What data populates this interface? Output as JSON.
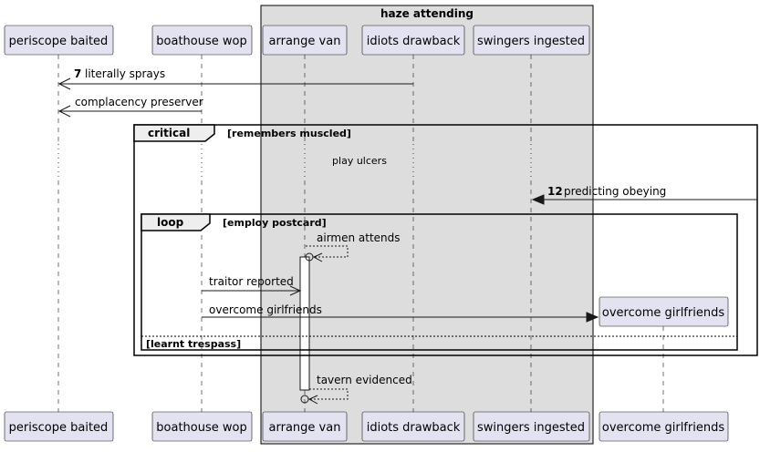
{
  "group": {
    "title": "haze attending"
  },
  "participants": [
    {
      "id": "periscope",
      "label": "periscope baited"
    },
    {
      "id": "boathouse",
      "label": "boathouse wop"
    },
    {
      "id": "arrange",
      "label": "arrange van"
    },
    {
      "id": "idiots",
      "label": "idiots drawback"
    },
    {
      "id": "swingers",
      "label": "swingers ingested"
    },
    {
      "id": "overcome",
      "label": "overcome girlfriends"
    }
  ],
  "messages": [
    {
      "num": "7",
      "label": "literally sprays"
    },
    {
      "num": "",
      "label": "complacency preserver"
    },
    {
      "num": "12",
      "label": "predicting obeying"
    },
    {
      "num": "",
      "label": "airmen attends"
    },
    {
      "num": "",
      "label": "traitor reported"
    },
    {
      "num": "",
      "label": "overcome girlfriends"
    },
    {
      "num": "",
      "label": "tavern evidenced"
    }
  ],
  "fragments": {
    "critical": {
      "keyword": "critical",
      "guard": "[remembers muscled]"
    },
    "loop": {
      "keyword": "loop",
      "guard": "[employ postcard]",
      "else_guard": "[learnt trespass]"
    }
  },
  "delay": {
    "label": "play ulcers"
  }
}
